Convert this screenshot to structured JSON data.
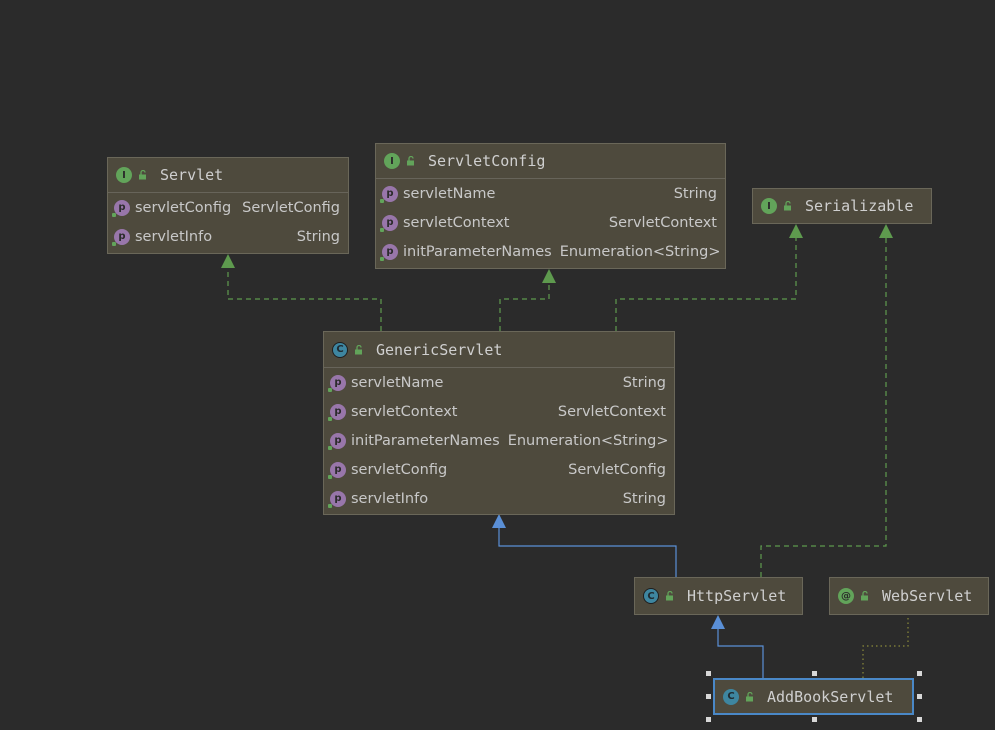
{
  "nodes": {
    "servlet": {
      "title": "Servlet",
      "kind": "interface",
      "badge": "I",
      "fields": [
        {
          "name": "servletConfig",
          "type": "ServletConfig"
        },
        {
          "name": "servletInfo",
          "type": "String"
        }
      ]
    },
    "servlet_config": {
      "title": "ServletConfig",
      "kind": "interface",
      "badge": "I",
      "fields": [
        {
          "name": "servletName",
          "type": "String"
        },
        {
          "name": "servletContext",
          "type": "ServletContext"
        },
        {
          "name": "initParameterNames",
          "type": "Enumeration<String>"
        }
      ]
    },
    "serializable": {
      "title": "Serializable",
      "kind": "interface",
      "badge": "I"
    },
    "generic_servlet": {
      "title": "GenericServlet",
      "kind": "abstract-class",
      "badge": "C",
      "fields": [
        {
          "name": "servletName",
          "type": "String"
        },
        {
          "name": "servletContext",
          "type": "ServletContext"
        },
        {
          "name": "initParameterNames",
          "type": "Enumeration<String>"
        },
        {
          "name": "servletConfig",
          "type": "ServletConfig"
        },
        {
          "name": "servletInfo",
          "type": "String"
        }
      ]
    },
    "http_servlet": {
      "title": "HttpServlet",
      "kind": "abstract-class",
      "badge": "C"
    },
    "web_servlet": {
      "title": "WebServlet",
      "kind": "annotation",
      "badge": "@"
    },
    "add_book_servlet": {
      "title": "AddBookServlet",
      "kind": "class",
      "badge": "C"
    }
  },
  "field_badge": "p",
  "edges": [
    {
      "from": "generic_servlet",
      "to": "servlet",
      "type": "implements"
    },
    {
      "from": "generic_servlet",
      "to": "servlet_config",
      "type": "implements"
    },
    {
      "from": "generic_servlet",
      "to": "serializable",
      "type": "implements"
    },
    {
      "from": "http_servlet",
      "to": "generic_servlet",
      "type": "extends"
    },
    {
      "from": "http_servlet",
      "to": "serializable",
      "type": "implements"
    },
    {
      "from": "add_book_servlet",
      "to": "http_servlet",
      "type": "extends"
    },
    {
      "from": "add_book_servlet",
      "to": "web_servlet",
      "type": "annotated-by"
    }
  ],
  "colors": {
    "background": "#2b2b2b",
    "node_fill": "#4e4a3d",
    "implements_edge": "#5e9a4e",
    "extends_edge": "#5a8fd6",
    "annotation_edge": "#8a8a3a",
    "selection": "#4a88c7"
  },
  "selected_node": "add_book_servlet"
}
